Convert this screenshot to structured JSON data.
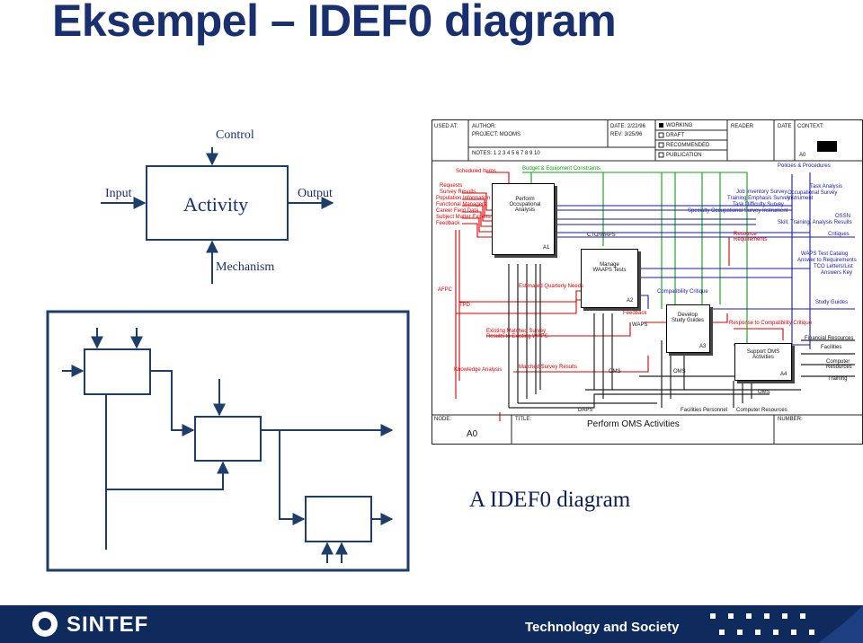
{
  "page": {
    "title": "Eksempel – IDEF0 diagram",
    "caption": "A IDEF0 diagram"
  },
  "legend_diagram": {
    "control": "Control",
    "input": "Input",
    "activity": "Activity",
    "output": "Output",
    "mechanism": "Mechanism"
  },
  "idef0_form": {
    "used_at": "USED AT:",
    "author": "AUTHOR:",
    "project": "PROJECT: MOOMS",
    "date": "DATE: 2/22/96",
    "rev": "REV: 3/25/96",
    "notes": "NOTES: 1 2 3 4 5 6 7 8 9 10",
    "working": "WORKING",
    "draft": "DRAFT",
    "recommended": "RECOMMENDED",
    "publication": "PUBLICATION",
    "reader": "READER",
    "date2": "DATE",
    "context": "CONTEXT:",
    "a0_small": "A0",
    "node_label": "NODE:",
    "node_value": "A0",
    "title_label": "TITLE:",
    "title_value": "Perform OMS Activities",
    "number_label": "NUMBER:",
    "boxes": [
      {
        "name": "Perform Occupational Analysis",
        "num": "A1"
      },
      {
        "name": "Manage WAAPS Tests",
        "num": "A2"
      },
      {
        "name": "Develop Study Guides",
        "num": "A3"
      },
      {
        "name": "Support OMS Activities",
        "num": "A4"
      }
    ],
    "labels_red": [
      "Requests",
      "Survey Results",
      "Population Information",
      "Functional Managers",
      "Career Field Data",
      "Subject Matter Experts",
      "Feedback",
      "AFPC",
      "TPD",
      "Knowledge Analysis",
      "Existing Matched Survey Results to Existing WAPS",
      "Matched Survey Results",
      "Feedback",
      "Resource Requirements",
      "Estimated Quarterly Needs",
      "Response to Compatibility Critique",
      "Scheduled Items"
    ],
    "labels_blue": [
      "Job Inventory Survey",
      "Training Emphasis Survey",
      "Task Difficulty Survey",
      "Specialty Occupational Survey Instrument",
      "Task Analysis",
      "Occupational Survey Instrument",
      "OSSN",
      "Skill, Training, Analysis Results",
      "Critiques",
      "WAPS Test Catalog",
      "Answer to Requirements",
      "TCO Letters/List",
      "Answers Key",
      "Study Guides",
      "Compatibility Critique",
      "Policies & Procedures"
    ],
    "labels_black": [
      "Financial Resources",
      "Facilities",
      "Computer Resources",
      "Training",
      "Facilities Personnel",
      "Computer Resources",
      "OMS",
      "OMS",
      "OMS",
      "DAPS",
      "WAPS",
      "CTO/WAPS"
    ],
    "labels_green": [
      "Budget & Equipment Constraints"
    ]
  },
  "footer": {
    "brand": "SINTEF",
    "tagline": "Technology and Society"
  },
  "colors": {
    "title": "#1a2f6e",
    "footer_bg": "#0f2a5c",
    "box_border": "#1f3d6b",
    "arrow": "#1f3d6b"
  }
}
